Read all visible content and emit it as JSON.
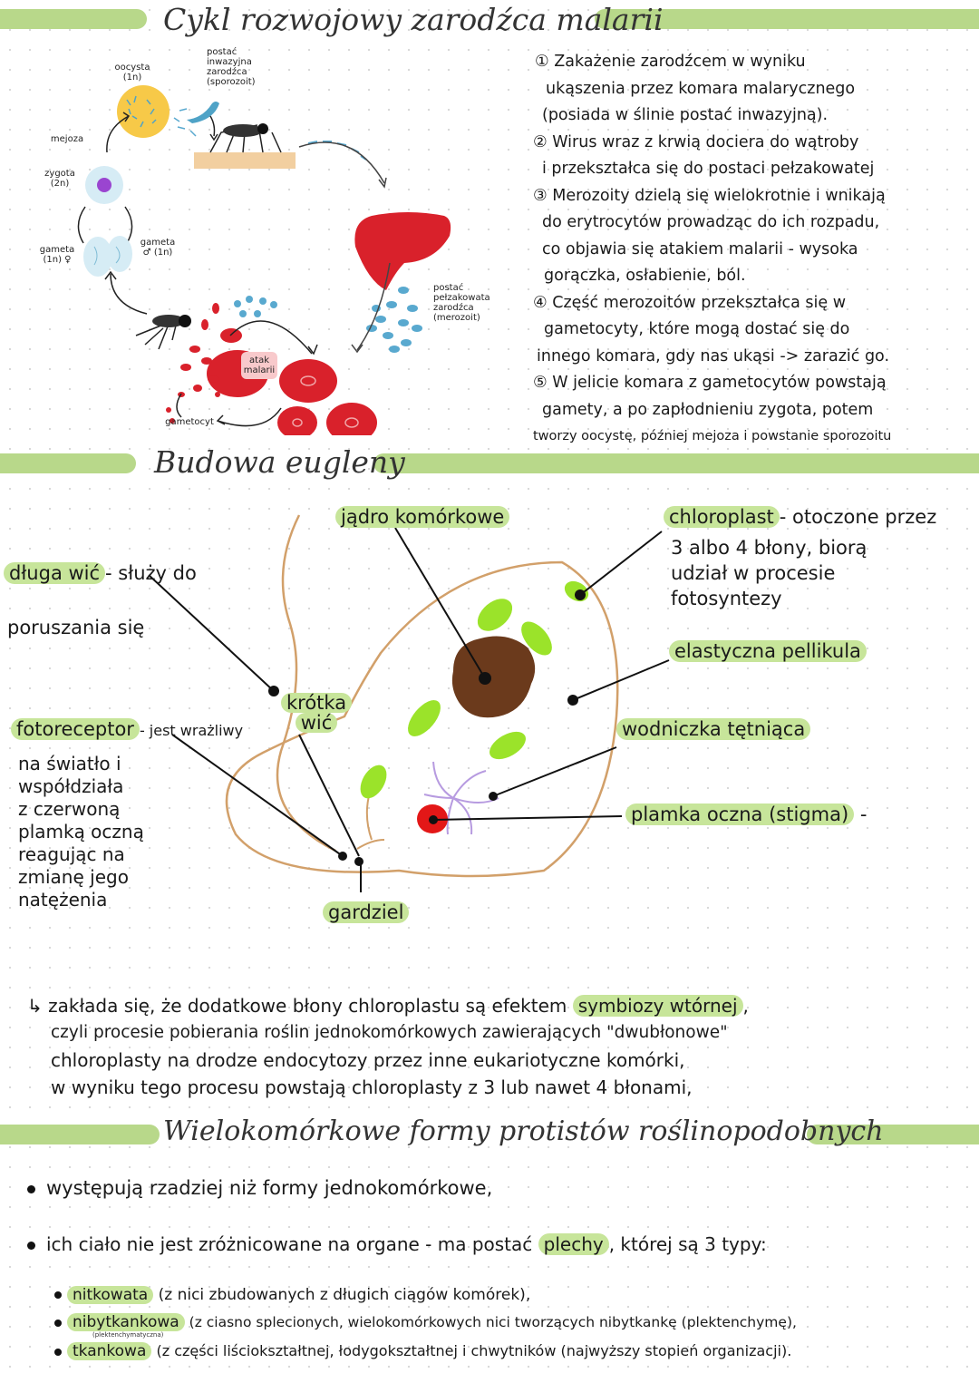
{
  "sections": {
    "malaria_title": "Cykl rozwojowy zarodźca malarii",
    "euglena_title": "Budowa eugleny",
    "multi_title": "Wielokomórkowe formy protistów roślinopodobnych"
  },
  "malaria": {
    "cycle_labels": {
      "oocysta": "oocysta",
      "oocysta_ploidy": "(1n)",
      "postac_1": "postać",
      "postac_2": "inwazyjna",
      "postac_3": "zarodźca",
      "postac_4": "(sporozoit)",
      "mejoza": "mejoza",
      "zygota": "zygota",
      "zygota_ploidy": "(2n)",
      "gameta_f": "gameta",
      "gameta_f_ploidy": "(1n) ♀",
      "gameta_m": "gameta",
      "gameta_m_ploidy": "♂ (1n)",
      "merozoit_1": "postać",
      "merozoit_2": "pełzakowata",
      "merozoit_3": "zarodźca",
      "merozoit_4": "(merozoit)",
      "atak_1": "atak",
      "atak_2": "malarii",
      "gametocyt": "gametocyt"
    },
    "notes": [
      "① Zakażenie zarodźcem w wyniku",
      "ukąszenia przez komara malarycznego",
      "(posiada w ślinie postać inwazyjną).",
      "② Wirus wraz z krwią dociera do wątroby",
      "i przekształca się do postaci pełzakowatej",
      "③ Merozoity dzielą się wielokrotnie i wnikają",
      "do erytrocytów prowadząc do ich rozpadu,",
      "co objawia się atakiem malarii - wysoka",
      "gorączka, osłabienie, ból.",
      "④ Część merozoitów przekształca się w",
      "gametocyty, które mogą dostać się do",
      "innego komara, gdy nas ukąsi -> zarazić go.",
      "⑤ W jelicie komara z gametocytów powstają",
      "gamety, a po zapłodnieniu zygota, potem",
      "tworzy oocystę, później mejoza i powstanie sporozoitu"
    ]
  },
  "euglena": {
    "dluga_wic": {
      "term": "długa wić",
      "desc": [
        "- służy do",
        "poruszania się"
      ]
    },
    "jadro": "jądro komórkowe",
    "chloroplast": {
      "term": "chloroplast",
      "desc": [
        "- otoczone przez",
        "3 albo 4 błony, biorą",
        "udział w procesie",
        "fotosyntezy"
      ]
    },
    "pellikula": "elastyczna pellikula",
    "krotka_wic": [
      "krótka",
      "wić"
    ],
    "fotoreceptor": {
      "term": "fotoreceptor",
      "desc": [
        "- jest wrażliwy",
        "na światło i",
        "współdziała",
        "z czerwoną",
        "plamką oczną",
        "reagując na",
        "zmianę jego",
        "natężenia"
      ]
    },
    "wodniczka": "wodniczka tętniąca",
    "plamka": {
      "term": "plamka oczna (stigma)",
      "suffix": " -"
    },
    "gardziel": "gardziel"
  },
  "symbiosis_note": {
    "line1_a": "↳ zakłada się, że dodatkowe błony chloroplastu są efektem",
    "line1_hl": "symbiozy wtórnej",
    "line1_b": ",",
    "line2": "czyli procesie pobierania roślin jednokomórkowych zawierających \"dwubłonowe\"",
    "line3": "chloroplasty na drodze endocytozy przez inne eukariotyczne komórki,",
    "line4": "w wyniku tego procesu powstają chloroplasty z 3 lub nawet 4 błonami,"
  },
  "multi": {
    "bullet1": "występują rzadziej niż formy jednokomórkowe,",
    "bullet2_a": "ich ciało nie jest zróżnicowane na organe - ma postać",
    "bullet2_hl": "plechy",
    "bullet2_b": ", której są 3 typy:",
    "types": [
      {
        "name": "nitkowata",
        "desc": "(z nici zbudowanych z długich ciągów komórek),"
      },
      {
        "name": "nibytkankowa",
        "sub": "(plektenchymatyczna)",
        "desc": "(z ciasno splecionych, wielokomórkowych nici tworzących nibytkankę (plektenchymę),"
      },
      {
        "name": "tkankowa",
        "desc": "(z części liściokształtnej, łodygokształtnej i chwytników (najwyższy stopień organizacji)."
      }
    ]
  },
  "colors": {
    "highlight": "#c7e59a",
    "bar": "#b8d88a",
    "red": "#d9212b",
    "blue": "#59a9cf",
    "green_chloroplast": "#9be32a",
    "nucleus": "#6b3a1c",
    "euglena_outline": "#d2a06a"
  }
}
